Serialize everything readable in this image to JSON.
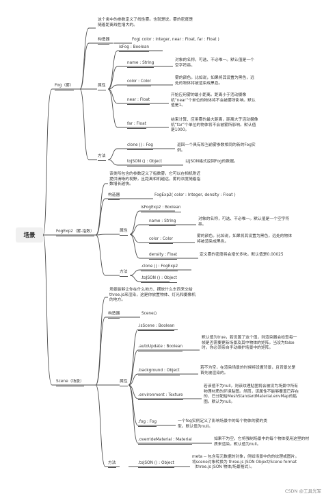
{
  "root": "场景",
  "fog": {
    "label": "Fog（雾）",
    "desc": "这个类中的参数定义了线性雾。也就是说，雾的密度是随着距离线性增大的。",
    "ctor_label": "构造器",
    "ctor_sig": "Fog( color : Integer, near : Float, far : Float )",
    "prop_label": "属性",
    "props": [
      {
        "name": "isFog : Boolean",
        "desc": ""
      },
      {
        "name": "name : String",
        "desc": "对象的名称，可选、不必唯一。默认值是一个空字符串。"
      },
      {
        "name": "color : Color",
        "desc": "雾的颜色。比如说，如果将其设置为黑色，远处的物体将被渲染成黑色。"
      },
      {
        "name": "near : Float",
        "desc": "开始应用雾的最小距离。距离小于活动摄像机“near”个单位的物体将不会被雾所影响。默认值是1。"
      },
      {
        "name": "far : Float",
        "desc": "结束计算、应用雾的最大距离，距离大于活动摄像机“far”个单位的物体将不会被雾所影响。默认值是1000。"
      }
    ],
    "method_label": "方法",
    "methods": [
      {
        "name": "clone () : Fog",
        "desc": "返回一个具有和当前雾参数相同的新的Fog实例。"
      },
      {
        "name": "toJSON () : Object",
        "desc": "以JSON格式返回Fog的数据。"
      }
    ]
  },
  "fogexp2": {
    "label": "FogExp2（雾-指数）",
    "desc": "该类所包含的参数定义了指数雾，它可以在相机附近提供清晰的视野，且距离相机越远，雾的浓度随着指数增长越快。",
    "ctor_label": "构造器",
    "ctor_sig": "FogExp2( color : Integer, density : Float )",
    "prop_label": "属性",
    "props": [
      {
        "name": "isFogExp2 : Boolean",
        "desc": ""
      },
      {
        "name": "name : String",
        "desc": "对象的名称，可选、不必唯一。默认值是一个空字符串。"
      },
      {
        "name": "color : Color",
        "desc": "雾的颜色。比如说，如果将其设置为黑色，远处的物体将被渲染成黑色。"
      },
      {
        "name": "density : Float",
        "desc": "定义雾的密度将会增长多块。默认值是0.00025"
      }
    ],
    "method_label": "方法",
    "methods": [
      {
        "name": ".clone () : FogExp2",
        "desc": ""
      },
      {
        "name": ".toJSON () : Object",
        "desc": ""
      }
    ]
  },
  "scene": {
    "label": "Scene（场景）",
    "desc": "场景能够让你在什么地方、摆放什么东西来交给three.js来渲染，这是你放置物体、灯光和摄像机的地方。",
    "ctor_label": "构造器",
    "ctor_sig": "Scene()",
    "prop_label": "属性",
    "props": [
      {
        "name": ".isScene : Boolean",
        "desc": ""
      },
      {
        "name": ".autoUpdate : Boolean",
        "desc": "默认值为true，若设置了这个值，则渲染器会检查每一帧是否需要更新场景及其中物体的矩阵。当设为false时，你必须亲自手动维护场景中的矩阵。"
      },
      {
        "name": ".background : Object",
        "desc": "若不为空，在渲染场景的时候将设置背景，且背景总是首先被渲染的。"
      },
      {
        "name": ".environment : Texture",
        "desc": "若该值不为null，则该纹理贴图将会被设为场景中所有物理材质的环境贴图。然而，该属性不能够覆盖已存在的、已分配给MeshStandardMaterial.envMap的贴图。默认为null。"
      },
      {
        "name": ".fog : Fog",
        "desc": "一个fog实例定义了影响场景中的每个物体的雾的类型。默认值为null。"
      },
      {
        "name": ".overrideMaterial : Material",
        "desc": "如果不为空，它将强制场景中的每个物体使用这里的材质来渲染。默认值为null。"
      }
    ],
    "method_label": "方法",
    "methods": [
      {
        "name": ".toJSON () : Object",
        "desc": "meta -- 包含有元数据的对象，例如场景中的的纹理或图片。将scene对象转换为 three.js JSON Object/Scene format（three.js JSON 物体/场景格式）。"
      }
    ]
  },
  "watermark": "CSDN @工具光军"
}
